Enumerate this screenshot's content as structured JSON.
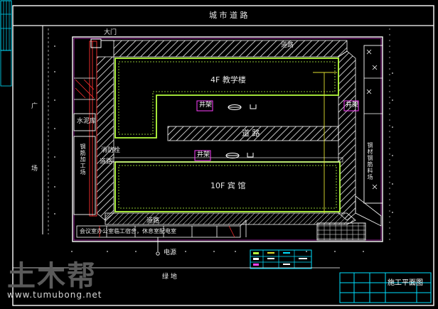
{
  "labels": {
    "road_top": "城 市 道 路",
    "gate": "大门",
    "road_inner_top": "道路",
    "building_4f": "4F 教学楼",
    "shaft_1": "井架",
    "shaft_2": "井架",
    "shaft_3": "井架",
    "road_middle": "道 路",
    "water_storage": "水泥库",
    "fire_hydrant": "消防栓",
    "road_left": "道路",
    "building_10f": "10F 宾 馆",
    "road_bottom": "道路",
    "office_row": "会议室办公室临工宿舍，休息室配电室",
    "power": "电源",
    "green": "绿 地",
    "square_1": "广",
    "square_2": "场",
    "left_vertical": "钢筋加工场",
    "right_vertical": "钢材钢筋料场",
    "drawing_title": "施工平面图"
  },
  "watermark": {
    "logo": "土木帮",
    "url": "www.tumubong.net"
  },
  "colors": {
    "frame": "#ffffff",
    "building_outline": "#b7ff3f",
    "hatch": "#f2f2f2",
    "inner_boundary": "#ff40ff",
    "red_line": "#ff3030",
    "cyan_table": "#00e0ff",
    "yellow_line": "#e0e030"
  }
}
